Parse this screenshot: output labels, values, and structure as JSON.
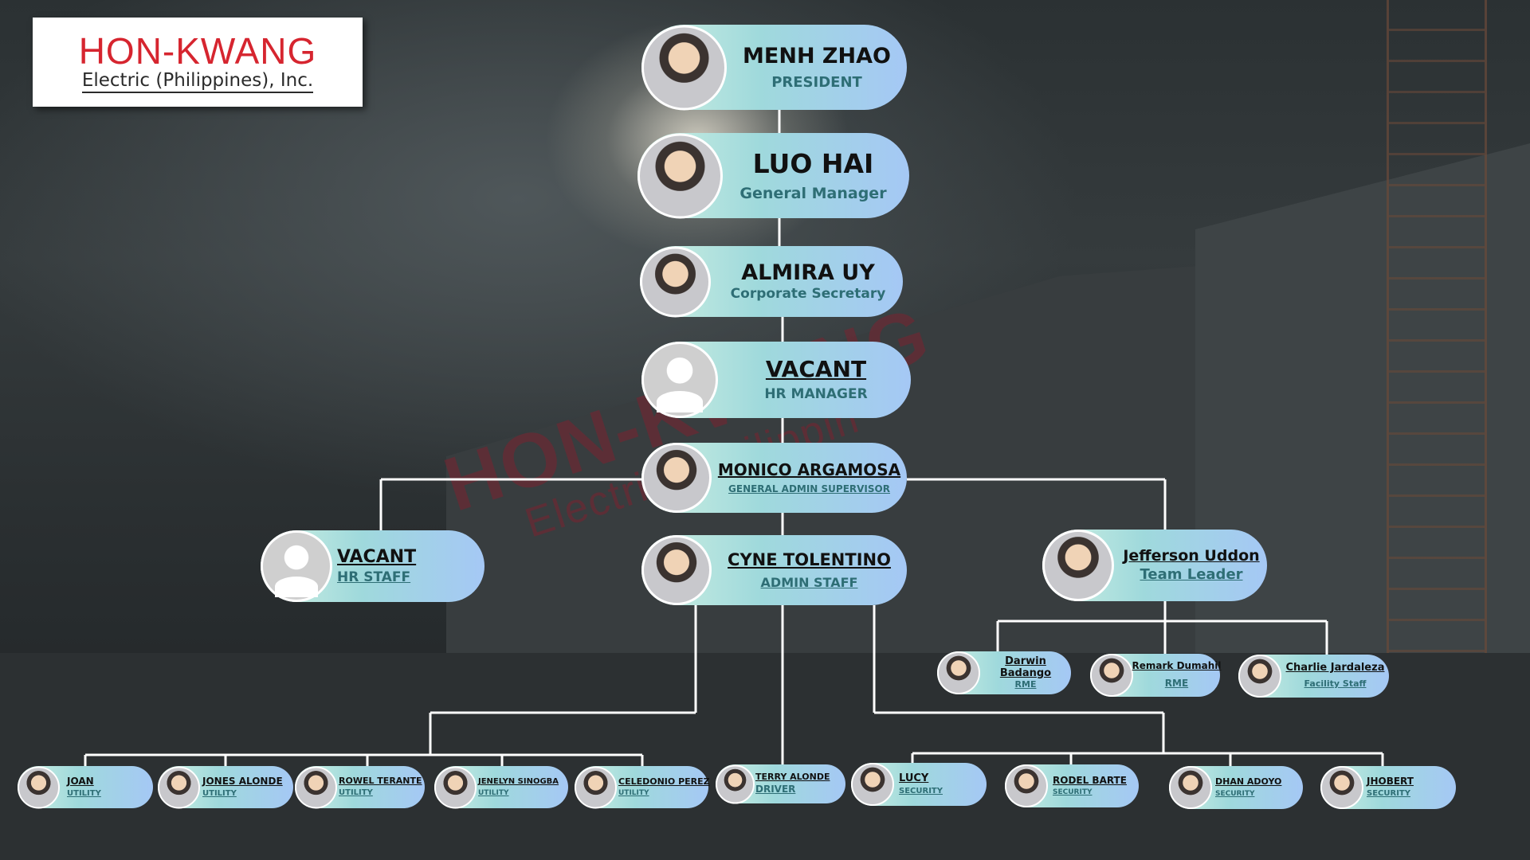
{
  "logo": {
    "line1": "HON-KWANG",
    "line2": "Electric (Philippines), Inc."
  },
  "building_sign": {
    "line1": "HON-KWANG",
    "line2": "Electric (Philippin"
  },
  "colors": {
    "card_start": "#cff0e1",
    "card_end": "#a5c8f5",
    "role_text": "#2e6e75",
    "connector": "#ffffff",
    "logo_red": "#d6252f"
  },
  "org": {
    "president": {
      "name": "MENH ZHAO",
      "role": "PRESIDENT"
    },
    "general_manager": {
      "name": "LUO HAI",
      "role": "General Manager"
    },
    "corporate_secretary": {
      "name": "ALMIRA UY",
      "role": "Corporate Secretary"
    },
    "hr_manager": {
      "name": "VACANT",
      "role": "HR MANAGER"
    },
    "admin_supervisor": {
      "name": "MONICO ARGAMOSA",
      "role": "GENERAL ADMIN SUPERVISOR"
    },
    "hr_staff": {
      "name": "VACANT",
      "role": "HR STAFF"
    },
    "admin_staff": {
      "name": "CYNE TOLENTINO",
      "role": "ADMIN STAFF"
    },
    "team_leader": {
      "name": "Jefferson Uddon",
      "role": "Team Leader"
    },
    "facility_team": [
      {
        "name": "Darwin Badango",
        "role": "RME"
      },
      {
        "name": "Remark Dumahil",
        "role": "RME"
      },
      {
        "name": "Charlie Jardaleza",
        "role": "Facility Staff"
      }
    ],
    "utility": [
      {
        "name": "JOAN",
        "role": "UTILITY"
      },
      {
        "name": "JONES ALONDE",
        "role": "UTILITY"
      },
      {
        "name": "ROWEL TERANTE",
        "role": "UTILITY"
      },
      {
        "name": "JENELYN SINOGBA",
        "role": "UTILITY"
      },
      {
        "name": "CELEDONIO PEREZ",
        "role": "UTILITY"
      }
    ],
    "driver": {
      "name": "TERRY ALONDE",
      "role": "DRIVER"
    },
    "security": [
      {
        "name": "LUCY",
        "role": "SECURITY"
      },
      {
        "name": "RODEL BARTE",
        "role": "SECURITY"
      },
      {
        "name": "DHAN ADOYO",
        "role": "SECURITY"
      },
      {
        "name": "JHOBERT",
        "role": "SECURITY"
      }
    ]
  }
}
